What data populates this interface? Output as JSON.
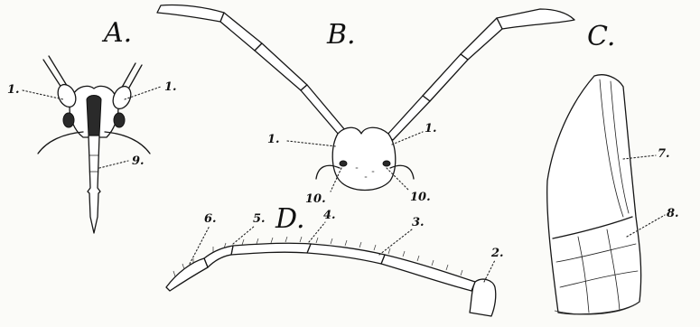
{
  "figure": {
    "panels": [
      {
        "id": "A",
        "label": "A."
      },
      {
        "id": "B",
        "label": "B."
      },
      {
        "id": "C",
        "label": "C."
      },
      {
        "id": "D",
        "label": "D."
      }
    ],
    "callouts": {
      "a_1_left": "1.",
      "a_1_right": "1.",
      "a_9": "9.",
      "b_1_left": "1.",
      "b_1_right": "1.",
      "b_10_left": "10.",
      "b_10_right": "10.",
      "c_7": "7.",
      "c_8": "8.",
      "d_2": "2.",
      "d_3": "3.",
      "d_4": "4.",
      "d_5": "5.",
      "d_6": "6."
    }
  }
}
